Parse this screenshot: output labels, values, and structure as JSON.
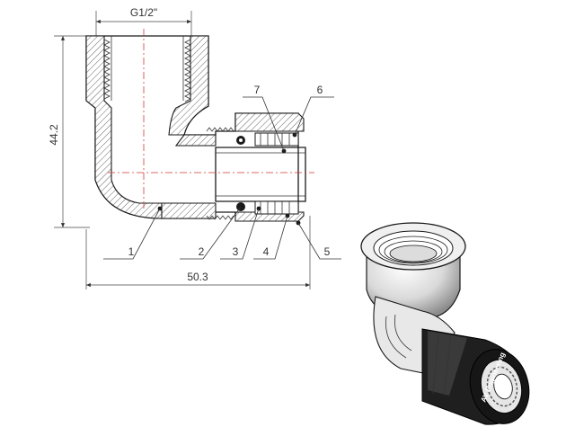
{
  "drawing": {
    "thread_label": "G1/2\"",
    "height_label": "44.2",
    "length_label": "50.3",
    "callouts": [
      "1",
      "2",
      "3",
      "4",
      "5",
      "6",
      "7"
    ]
  },
  "product_render": {
    "brand_text": "AV Engineering"
  },
  "colors": {
    "line": "#1a1a1a",
    "centerline": "#d13a3a",
    "hatch": "#555555"
  }
}
